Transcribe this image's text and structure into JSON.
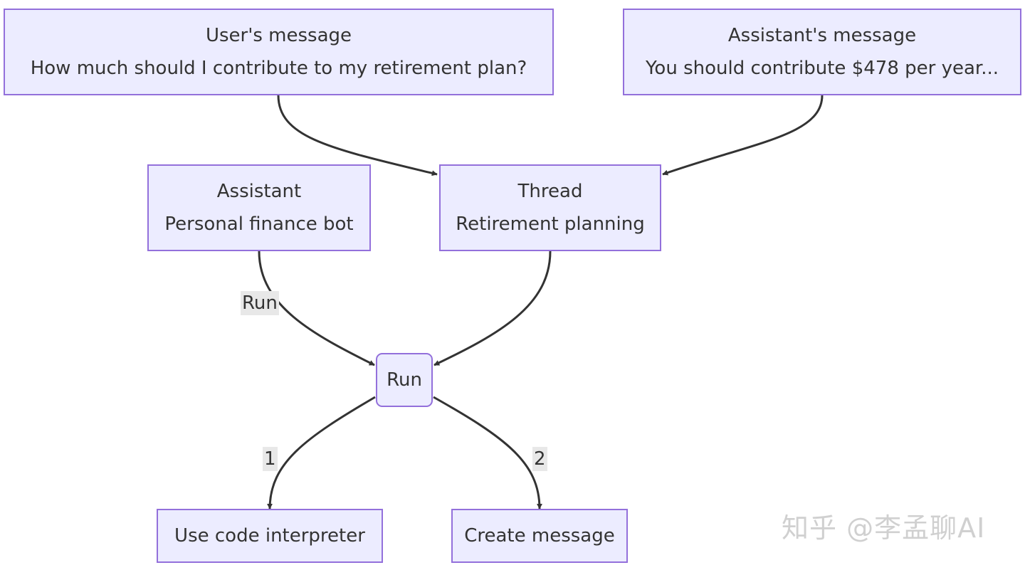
{
  "nodes": {
    "user_message": {
      "title": "User's message",
      "text": "How much should I contribute to my retirement plan?"
    },
    "assistant_message": {
      "title": "Assistant's message",
      "text": "You should contribute $478 per year..."
    },
    "assistant": {
      "title": "Assistant",
      "text": "Personal finance bot"
    },
    "thread": {
      "title": "Thread",
      "text": "Retirement planning"
    },
    "run": {
      "label": "Run"
    },
    "use_code_interpreter": {
      "label": "Use code interpreter"
    },
    "create_message": {
      "label": "Create message"
    }
  },
  "edges": [
    {
      "from": "user_message",
      "to": "thread",
      "label": ""
    },
    {
      "from": "assistant_message",
      "to": "thread",
      "label": ""
    },
    {
      "from": "assistant",
      "to": "run",
      "label": "Run"
    },
    {
      "from": "thread",
      "to": "run",
      "label": ""
    },
    {
      "from": "run",
      "to": "use_code_interpreter",
      "label": "1"
    },
    {
      "from": "run",
      "to": "create_message",
      "label": "2"
    }
  ],
  "colors": {
    "node_fill": "#ececff",
    "node_border": "#9370db",
    "edge": "#333333",
    "edge_label_bg": "#e8e8e8"
  },
  "watermark": "知乎 @李孟聊AI"
}
